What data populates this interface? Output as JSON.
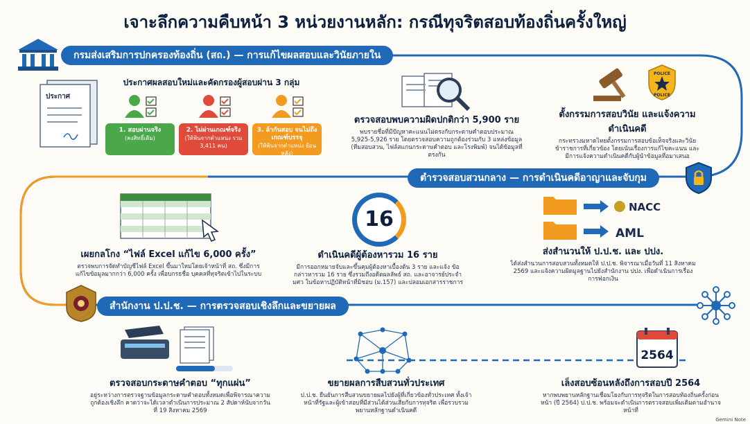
{
  "title": "เจาะลึกความคืบหน้า 3 หน่วยงานหลัก: กรณีทุจริตสอบท้องถิ่นครั้งใหญ่",
  "colors": {
    "primary": "#1f69b7",
    "accent": "#f39a21",
    "green": "#4aa84a",
    "red": "#e04a3a",
    "orange": "#f39a21"
  },
  "section1": {
    "banner": "กรมส่งเสริมการปกครองท้องถิ่น (สถ.) — การแก้ไขผลสอบและวินัยภายใน",
    "announce_doc": "ประกาศ",
    "groups_title": "ประกาศผลสอบใหม่และคัดกรองผู้สอบผ่าน 3 กลุ่ม",
    "groups": [
      {
        "label": "1. สอบผ่านจริง",
        "sub": "(คงสิทธิ์เดิม)"
      },
      {
        "label": "2. ไม่ผ่านเกณฑ์จริง",
        "sub": "(ให้พ้นจากตำแหน่ง รวม 3,411 คน)"
      },
      {
        "label": "3. ล้ากันสอบ จนไม่ถึงเกณฑ์บรรจุ",
        "sub": "(ให้พ้นจากตำแหน่ง ย้อนหลัง)"
      }
    ],
    "audit_title": "ตรวจสอบพบความผิดปกติกว่า 5,900 ราย",
    "audit_text": "พบรายชื่อที่มีปัญหาคะแนนไม่ตรงกับกระดาษคำตอบประมาณ 5,925-5,926 ราย โดยตรวจสอบความถูกต้องร่วมกับ 3 แหล่งข้อมูล (ทีมสอบสวน, ไฟล์สแกนกระดาษคำตอบ และโรงพิมพ์) จนได้ข้อมูลที่ตรงกัน",
    "discipline_title": "ตั้งกรรมการสอบวินัย และแจ้งความดำเนินคดี",
    "discipline_text": "กระทรวงมหาดไทยตั้งกรรมการสอบข้อเท็จจริงและวินัยข้าราชการที่เกี่ยวข้อง โดยเน้นเรื่องการแก้ไขคะแนน และมีการแจ้งความดำเนินคดีกับผู้นำข้อมูลที่อมาเสนอ",
    "police_badge_line1": "POLICE",
    "police_badge_line2": "POLICE"
  },
  "section2": {
    "banner": "ตำรวจสอบสวนกลาง — การดำเนินคดีอาญาและจับกุม",
    "excel_title": "เผยกลโกง “ไฟล์ Excel แก้ไข 6,000 ครั้ง”",
    "excel_text": "ตรวจพบการจัดทำบัญชีไฟล์ Excel ขึ้นมาใหม่โดยเจ้าหน้าที่ สถ. ซึ่งมีการแก้ไขข้อมูลมากกว่า 6,000 ครั้ง เพื่อบกรธชื่อ บุคคลที่ทุจริตเข้าไปในระบบ",
    "count_number": "16",
    "count_title": "ดำเนินคดีผู้ต้องหารวม 16 ราย",
    "count_text": "มีการออกหมายจับและขึ้นคุมผู้ต้องหาเบื้องต้น 3 ราย และแจ้ง ข้อกล่าวหารวม 16 ราย ซึ่งรวมถึงอดีตผลลัพธ์ สถ. และอาจารย์ประจำ มศว ในข้อหาปฏิบัติหน้าที่มิชอบ (ม.157) และปลอมเอกสารราชการ",
    "transfer_title": "ส่งสำนวนให้ ป.ป.ช. และ ปปง.",
    "transfer_text": "ได้ส่งสำนวนการสอบสวนทั้งหมดให้ ป.ป.ช. พิจารณาเมื่อวันที่ 11 สิงหาคม 2569 และแจ้งความผิดมูลฐานไปยังสำนักงาน ปปง. เพื่อดำเนินการเรื่องการฟอกเงิน",
    "agency1": "NACC",
    "agency2": "AML"
  },
  "section3": {
    "banner": "สำนักงาน ป.ป.ช. — การตรวจสอบเชิงลึกและขยายผล",
    "scan_title": "ตรวจสอบกระดาษคำตอบ “ทุกแผ่น”",
    "scan_text": "อยู่ระหว่างการตรวจฐานข้อมูลกระดาษคำตอบทั้งหมดเพื่อพิจารณาความถูกต้องเชิงลึก คาดว่าจะได้เวลาดำเนินการประมาณ 2 สัปดาห์นับจากวันที่ 19 สิงหาคม 2569",
    "expand_title": "ขยายผลการสืบสวนทั่วประเทศ",
    "expand_text": "ป.ป.ช. ยืนยันการสืบสวนขยายผลไปยังผู้ที่เกี่ยวข้องทั่วประเทศ ทั้งเจ้าหน้าที่รัฐและผู้เข้าสอบที่มีส่วนได้ส่วนเสียกับการทุจริต เพื่อรวบรวมพยานหลักฐานดำเนินคดี",
    "year_number": "2564",
    "year_title": "เล็งสอบซ้อนหลังถึงการสอบปี 2564",
    "year_text": "หากพบพยานหลักฐานเชื่อมโยงกับการทุจริตในการสอบท้องถิ่นครั้งก่อนหน้า (ปี 2564) ป.ป.ช. พร้อมจะดำเนินการตรวจสอบเพิ่มเติมตามอำนาจหน้าที่"
  },
  "footer": "Gemini Note"
}
